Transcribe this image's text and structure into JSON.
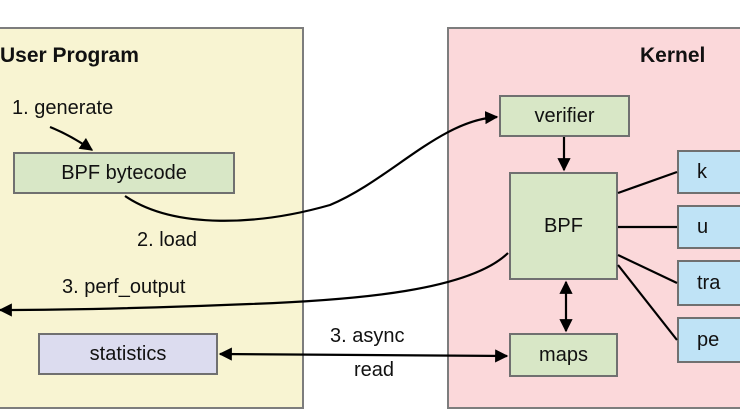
{
  "user_program": {
    "title": "User Program",
    "step_generate": "1. generate",
    "bytecode_box": "BPF bytecode",
    "step_load": "2. load",
    "step_perf_output": "3. perf_output",
    "statistics_box": "statistics"
  },
  "async_read": {
    "line1": "3. async",
    "line2": "read"
  },
  "kernel": {
    "title": "Kernel",
    "verifier_box": "verifier",
    "bpf_box": "BPF",
    "maps_box": "maps",
    "event_sources": [
      "k",
      "u",
      "tra",
      "pe"
    ]
  },
  "colors": {
    "user_panel": "#f8f4d2",
    "kernel_panel": "#fbd8da",
    "green_box": "#d8e7c6",
    "lavender_box": "#dcdcef",
    "blue_box": "#bfe3f6"
  }
}
